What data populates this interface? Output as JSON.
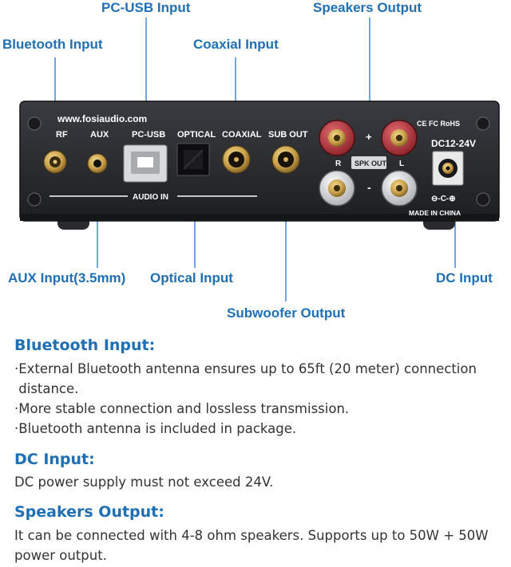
{
  "callouts": {
    "pc_usb": "PC-USB Input",
    "speakers": "Speakers Output",
    "bluetooth": "Bluetooth Input",
    "coaxial": "Coaxial Input",
    "aux": "AUX Input(3.5mm)",
    "optical": "Optical Input",
    "dc": "DC Input",
    "subwoofer": "Subwoofer Output"
  },
  "panel": {
    "website": "www.fosiaudio.com",
    "rf": "RF",
    "aux": "AUX",
    "pc_usb": "PC-USB",
    "optical": "OPTICAL",
    "coaxial": "COAXIAL",
    "sub_out": "SUB OUT",
    "audio_in": "AUDIO IN",
    "plus": "+",
    "minus": "-",
    "r": "R",
    "l": "L",
    "spk_out": "SPK OUT",
    "certs": "CE FC RoHS",
    "dc_rating": "DC12-24V",
    "polarity": "⊖-C-⊕",
    "made_in": "MADE IN CHINA"
  },
  "sections": [
    {
      "title": "Bluetooth Input:",
      "lines": [
        "·External Bluetooth antenna ensures up to 65ft (20 meter) connection",
        " distance.",
        "·More stable connection and lossless transmission.",
        "·Bluetooth antenna is included in package."
      ]
    },
    {
      "title": "DC Input:",
      "lines": [
        "DC power supply must not exceed 24V."
      ]
    },
    {
      "title": "Speakers Output:",
      "lines": [
        "It can be connected with 4-8 ohm speakers. Supports up to 50W + 50W",
        "power output."
      ]
    }
  ],
  "colors": {
    "accent": "#1f6fb5",
    "panel": "#2b2d31",
    "gold": "#c9a04a",
    "red_terminal": "#b8323a"
  }
}
